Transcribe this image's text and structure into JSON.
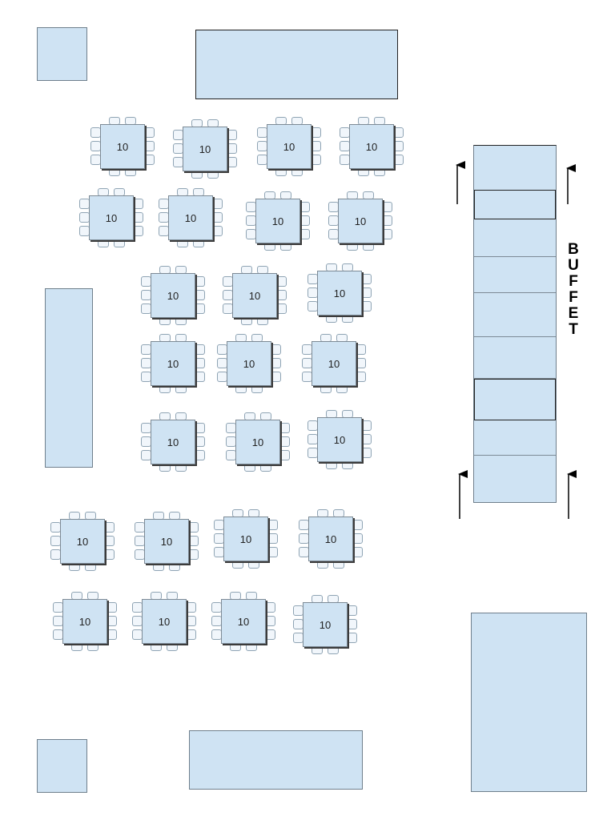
{
  "buffet": {
    "letters": [
      "B",
      "U",
      "F",
      "F",
      "E",
      "T"
    ]
  },
  "tables": [
    {
      "label": "10"
    },
    {
      "label": "10"
    },
    {
      "label": "10"
    },
    {
      "label": "10"
    },
    {
      "label": "10"
    },
    {
      "label": "10"
    },
    {
      "label": "10"
    },
    {
      "label": "10"
    },
    {
      "label": "10"
    },
    {
      "label": "10"
    },
    {
      "label": "10"
    },
    {
      "label": "10"
    },
    {
      "label": "10"
    },
    {
      "label": "10"
    },
    {
      "label": "10"
    },
    {
      "label": "10"
    },
    {
      "label": "10"
    },
    {
      "label": "10"
    },
    {
      "label": "10"
    },
    {
      "label": "10"
    },
    {
      "label": "10"
    },
    {
      "label": "10"
    },
    {
      "label": "10"
    },
    {
      "label": "10"
    },
    {
      "label": "10"
    }
  ],
  "colors": {
    "fill": "#cfe3f3",
    "border": "#6f7f8c",
    "chair": "#f1f6fb"
  }
}
